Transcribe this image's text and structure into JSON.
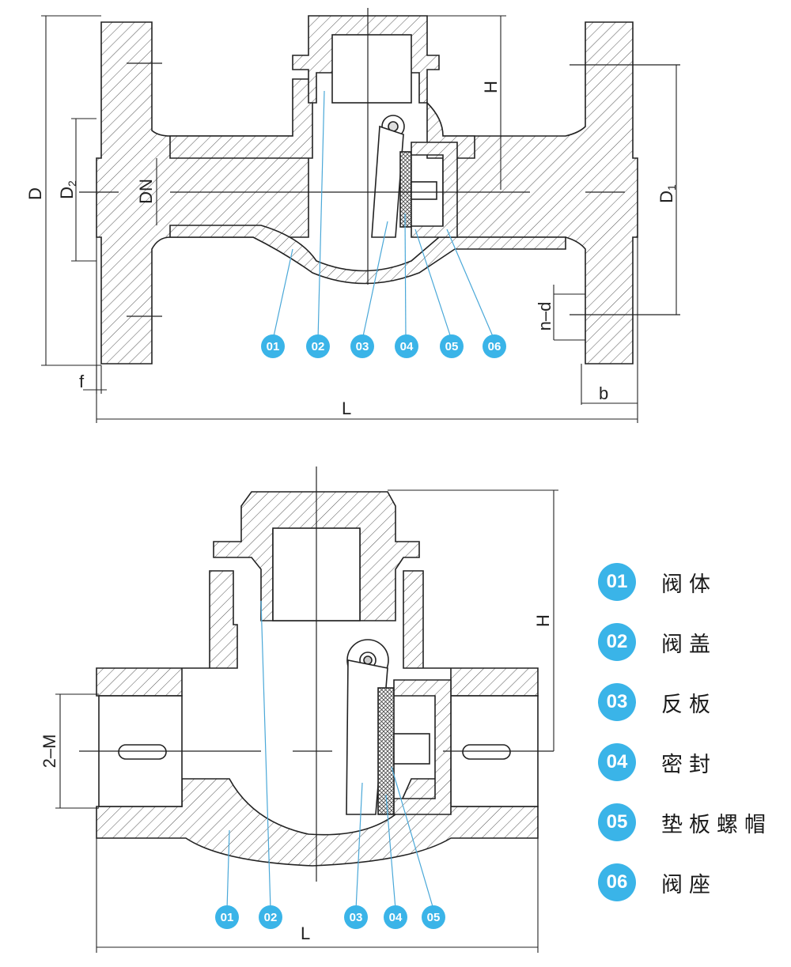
{
  "upper_view": {
    "dimensions": {
      "D": "D",
      "D2": "D",
      "D2_sub": "2",
      "DN": "DN",
      "D1": "D",
      "D1_sub": "1",
      "H": "H",
      "nd": "n–d",
      "f": "f",
      "b": "b",
      "L": "L"
    },
    "callouts": [
      "01",
      "02",
      "03",
      "04",
      "05",
      "06"
    ]
  },
  "lower_view": {
    "dimensions": {
      "M": "2–M",
      "H": "H",
      "L": "L"
    },
    "callouts": [
      "01",
      "02",
      "03",
      "04",
      "05"
    ]
  },
  "legend": [
    {
      "num": "01",
      "label": "阀体"
    },
    {
      "num": "02",
      "label": "阀盖"
    },
    {
      "num": "03",
      "label": "反板"
    },
    {
      "num": "04",
      "label": "密封"
    },
    {
      "num": "05",
      "label": "垫板螺帽"
    },
    {
      "num": "06",
      "label": "阀座"
    }
  ],
  "colors": {
    "badge": "#3ab4e8",
    "line": "#222222",
    "leader": "#4aa8d8"
  }
}
